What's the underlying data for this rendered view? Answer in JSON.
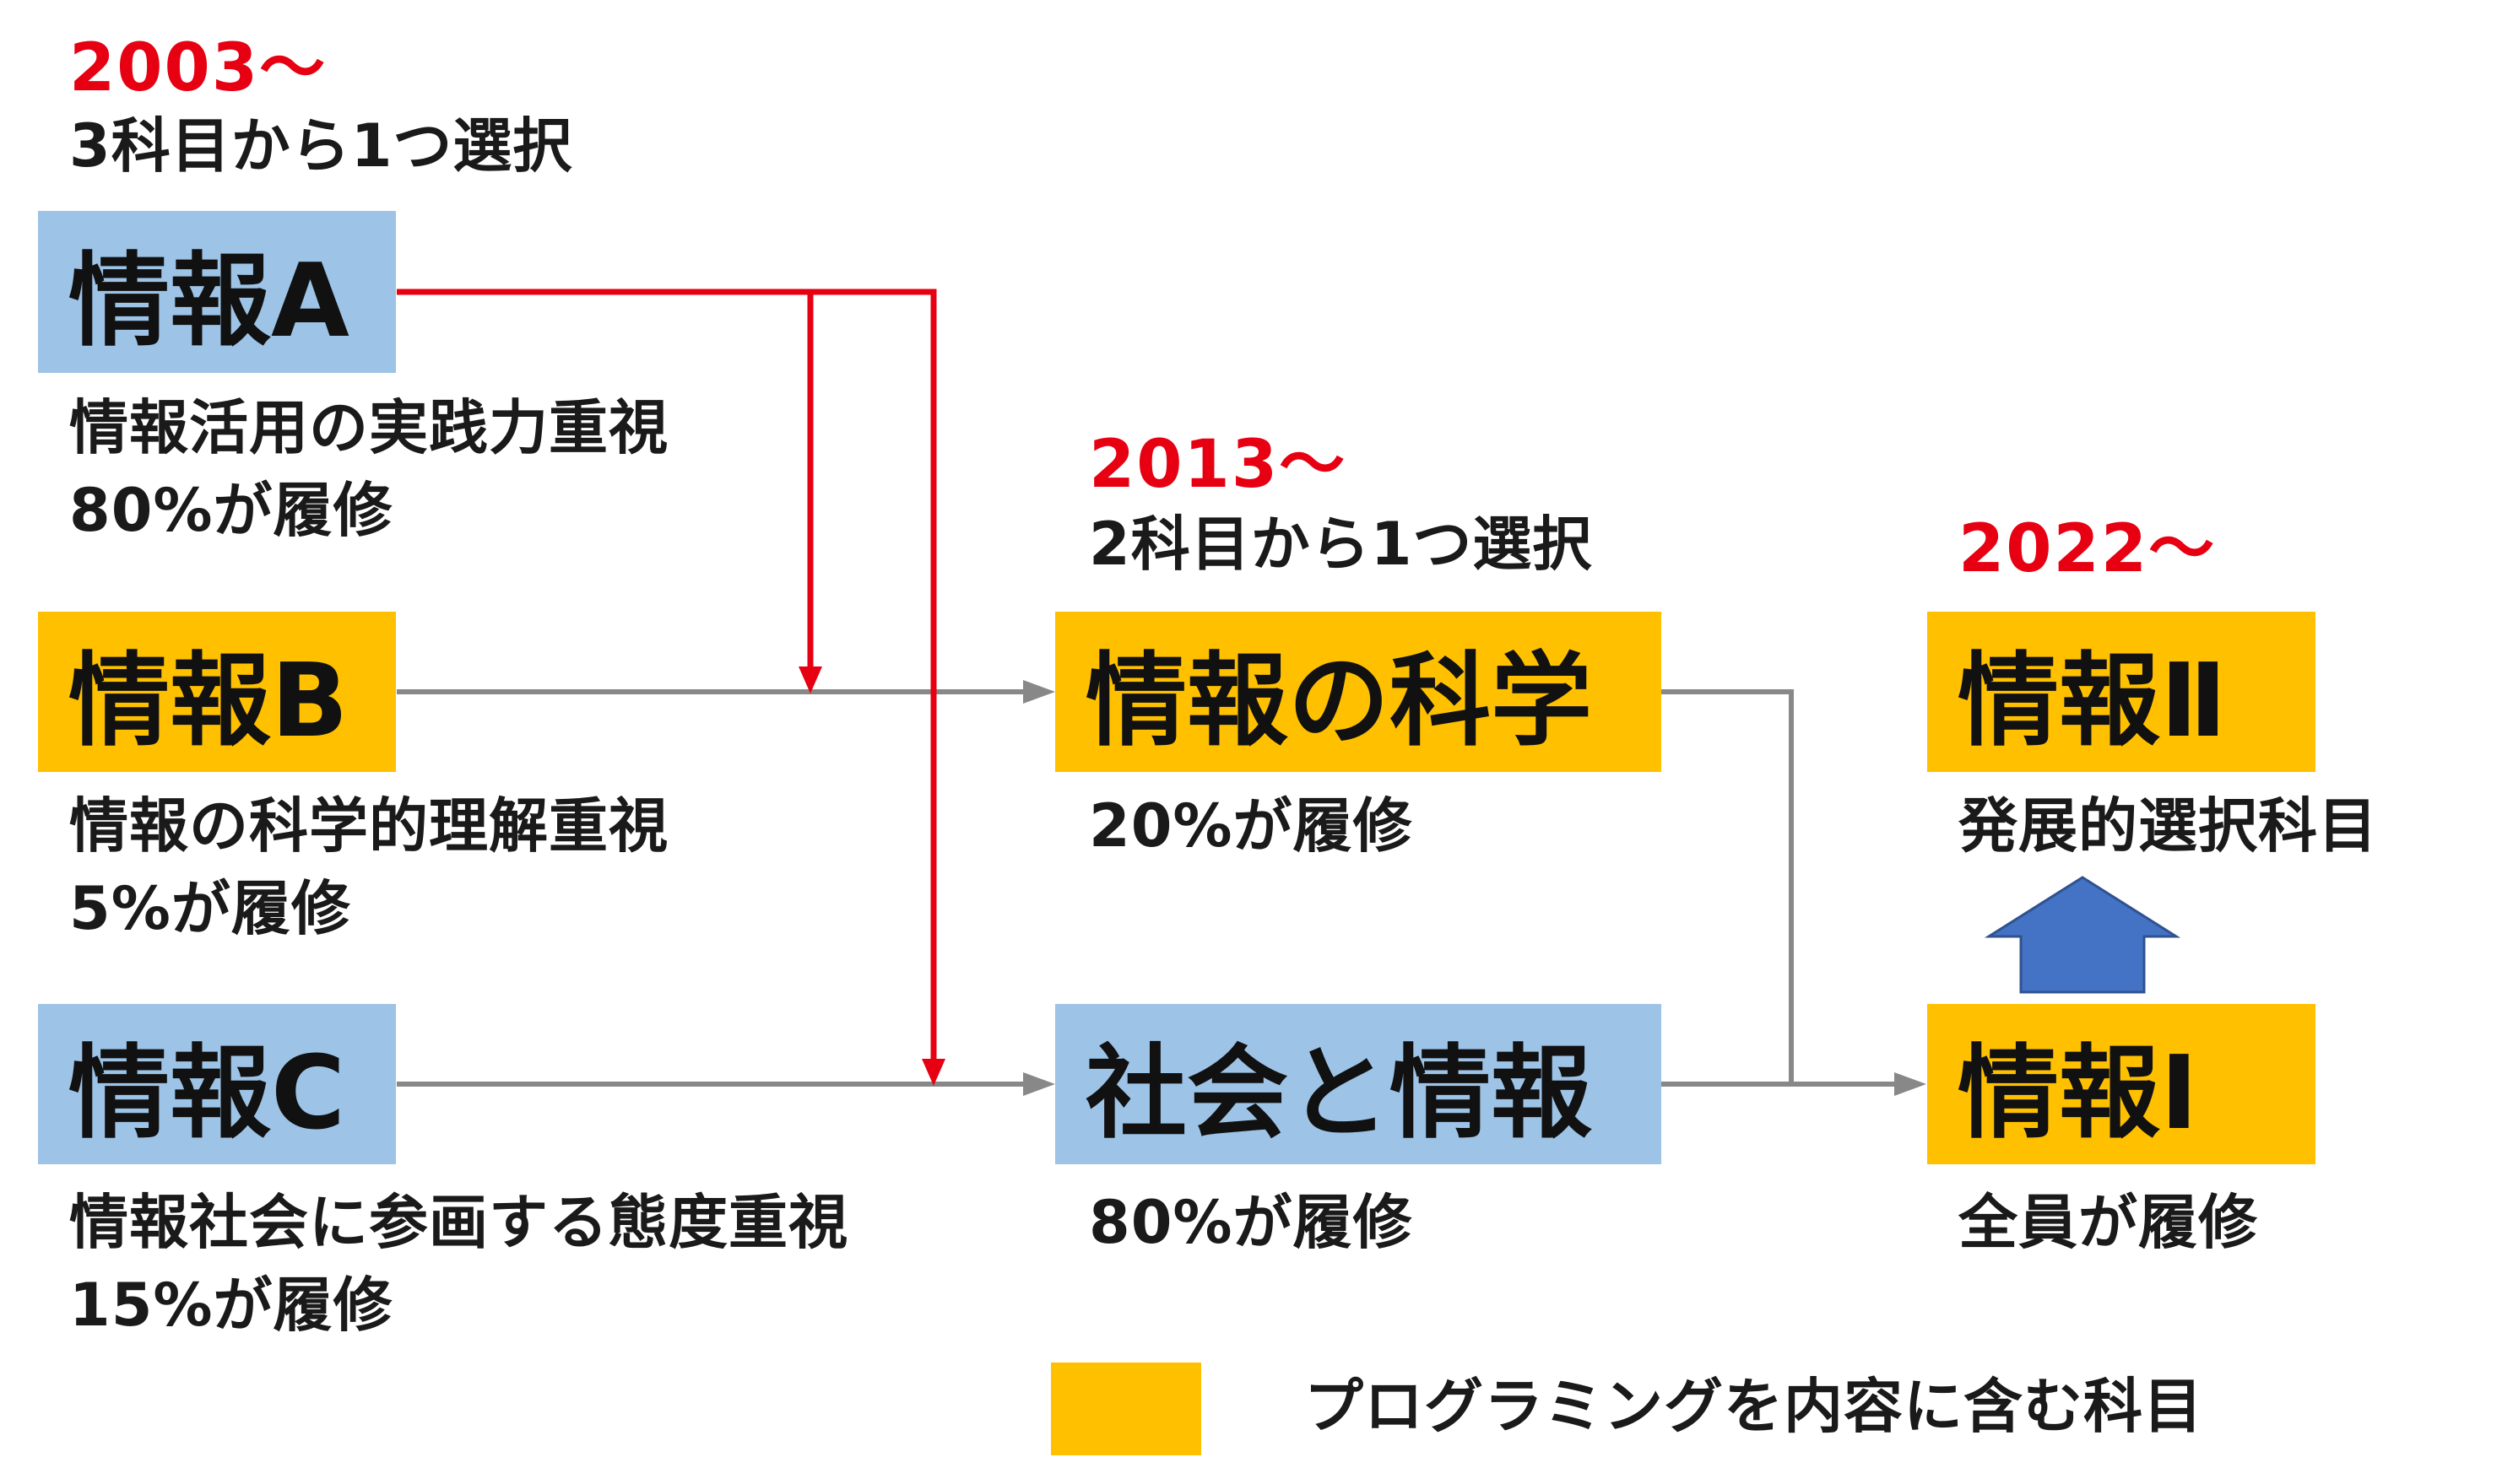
{
  "colors": {
    "blue": "#9dc3e6",
    "orange": "#ffc000",
    "red": "#e60012",
    "gray": "#888888",
    "arrow_blue": "#4472c4"
  },
  "era_2003": {
    "year": "2003～",
    "subtitle": "3科目から1つ選択"
  },
  "era_2013": {
    "year": "2013～",
    "subtitle": "2科目から1つ選択"
  },
  "era_2022": {
    "year": "2022～"
  },
  "subjects": {
    "a": {
      "label": "情報A",
      "note1": "情報活用の実践力重視",
      "note2": "80%が履修"
    },
    "b": {
      "label": "情報B",
      "note1": "情報の科学的理解重視",
      "note2": "5%が履修"
    },
    "c": {
      "label": "情報C",
      "note1": "情報社会に参画する態度重視",
      "note2": "15%が履修"
    },
    "science": {
      "label": "情報の科学",
      "note1": "20%が履修"
    },
    "society": {
      "label": "社会と情報",
      "note1": "80%が履修"
    },
    "ii": {
      "label": "情報Ⅱ",
      "note1": "発展的選択科目"
    },
    "i": {
      "label": "情報Ⅰ",
      "note1": "全員が履修"
    }
  },
  "legend": {
    "label": "プログラミングを内容に含む科目"
  }
}
